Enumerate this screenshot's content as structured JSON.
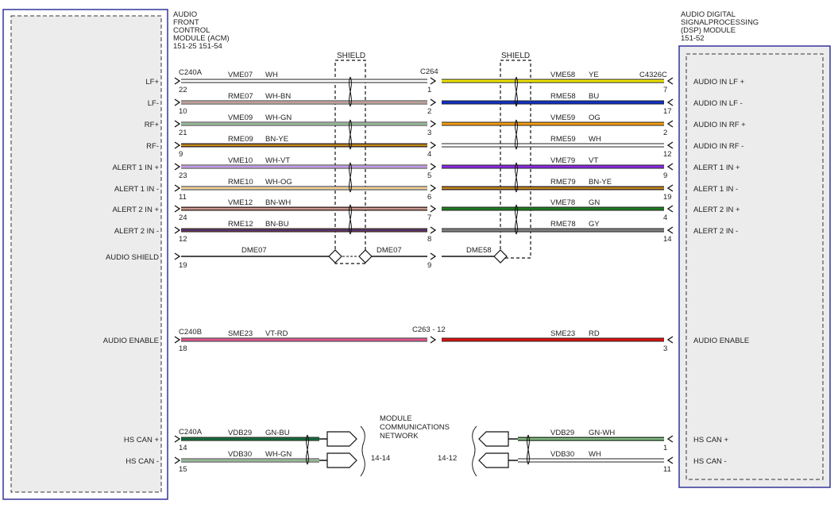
{
  "acm": {
    "title_lines": [
      "AUDIO",
      "FRONT",
      "CONTROL",
      "MODULE (ACM)",
      "151-25  151-54"
    ],
    "pins": [
      "LF+",
      "LF-",
      "RF+",
      "RF-",
      "ALERT 1 IN +",
      "ALERT 1 IN -",
      "ALERT 2 IN +",
      "ALERT 2 IN -",
      "AUDIO SHIELD",
      "AUDIO ENABLE",
      "HS CAN +",
      "HS CAN -"
    ]
  },
  "dsp": {
    "title_lines": [
      "AUDIO DIGITAL",
      "SIGNALPROCESSING",
      "(DSP) MODULE",
      "151-52"
    ],
    "pins": [
      "AUDIO IN LF +",
      "AUDIO IN LF -",
      "AUDIO IN RF +",
      "AUDIO IN RF -",
      "ALERT 1 IN +",
      "ALERT 1 IN -",
      "ALERT 2 IN +",
      "ALERT 2 IN -",
      "AUDIO ENABLE",
      "HS CAN +",
      "HS CAN -"
    ]
  },
  "connectors": {
    "c240a_top": "C240A",
    "c264": "C264",
    "c4326c": "C4326C",
    "c240b": "C240B",
    "c263": "C263 - 12",
    "c240a_bottom": "C240A"
  },
  "shield_label": "SHIELD",
  "network": {
    "label_lines": [
      "MODULE",
      "COMMUNICATIONS",
      "NETWORK"
    ],
    "left_ref": "14-14",
    "right_ref": "14-12"
  },
  "left_wires": [
    {
      "circuit": "VME07",
      "color": "WH",
      "pin_acm": "22",
      "pin_inline": "1"
    },
    {
      "circuit": "RME07",
      "color": "WH-BN",
      "pin_acm": "10",
      "pin_inline": "2"
    },
    {
      "circuit": "VME09",
      "color": "WH-GN",
      "pin_acm": "21",
      "pin_inline": "3"
    },
    {
      "circuit": "RME09",
      "color": "BN-YE",
      "pin_acm": "9",
      "pin_inline": "4"
    },
    {
      "circuit": "VME10",
      "color": "WH-VT",
      "pin_acm": "23",
      "pin_inline": "5"
    },
    {
      "circuit": "RME10",
      "color": "WH-OG",
      "pin_acm": "11",
      "pin_inline": "6"
    },
    {
      "circuit": "VME12",
      "color": "BN-WH",
      "pin_acm": "24",
      "pin_inline": "7"
    },
    {
      "circuit": "RME12",
      "color": "BN-BU",
      "pin_acm": "12",
      "pin_inline": "8"
    }
  ],
  "right_wires": [
    {
      "circuit": "VME58",
      "color": "YE",
      "pin_dsp": "7"
    },
    {
      "circuit": "RME58",
      "color": "BU",
      "pin_dsp": "17"
    },
    {
      "circuit": "VME59",
      "color": "OG",
      "pin_dsp": "2"
    },
    {
      "circuit": "RME59",
      "color": "WH",
      "pin_dsp": "12"
    },
    {
      "circuit": "VME79",
      "color": "VT",
      "pin_dsp": "9"
    },
    {
      "circuit": "RME79",
      "color": "BN-YE",
      "pin_dsp": "19"
    },
    {
      "circuit": "VME78",
      "color": "GN",
      "pin_dsp": "4"
    },
    {
      "circuit": "RME78",
      "color": "GY",
      "pin_dsp": "14"
    }
  ],
  "shield_wire": {
    "left_circuit": "DME07",
    "mid_circuit": "DME07",
    "right_circuit": "DME58",
    "pin_acm": "19",
    "pin_inline": "9"
  },
  "enable_wire": {
    "left_circuit": "SME23",
    "left_color": "VT-RD",
    "pin_acm": "18",
    "right_circuit": "SME23",
    "right_color": "RD",
    "pin_dsp": "3"
  },
  "can_wires": [
    {
      "left_circuit": "VDB29",
      "left_color": "GN-BU",
      "pin_acm": "14",
      "right_circuit": "VDB29",
      "right_color": "GN-WH",
      "pin_dsp": "1"
    },
    {
      "left_circuit": "VDB30",
      "left_color": "WH-GN",
      "pin_acm": "15",
      "right_circuit": "VDB30",
      "right_color": "WH",
      "pin_dsp": "11"
    }
  ],
  "wire_colors": {
    "WH": "#ffffff",
    "BN": "#8b3a2a",
    "GN": "#1f7a1f",
    "YE": "#f2e600",
    "VT": "#8a2be2",
    "OG": "#f39c12",
    "BU": "#1030c8",
    "RD": "#e01010",
    "GY": "#808080",
    "VT_LIGHT": "#e890e0"
  }
}
